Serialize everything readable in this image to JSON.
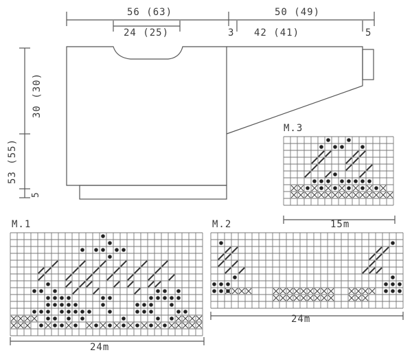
{
  "top_labels": {
    "sleeve_width": "56 (63)",
    "sleeve_length": "50 (49)",
    "neck": "24 (25)",
    "shoulder_gap": "3",
    "sleeve_body": "42 (41)",
    "cuff": "5"
  },
  "side_labels": {
    "total": "53 (55)",
    "upper": "30 (30)",
    "rib": "5"
  },
  "charts": [
    {
      "id": "m1",
      "title": "M.1",
      "width_label": "24m",
      "cols": 28,
      "rows": 15,
      "slashes": [
        [
          4,
          5
        ],
        [
          4,
          6
        ],
        [
          5,
          5
        ],
        [
          6,
          4
        ],
        [
          8,
          6
        ],
        [
          8,
          7
        ],
        [
          9,
          5
        ],
        [
          10,
          4
        ],
        [
          11,
          6
        ],
        [
          11,
          7
        ],
        [
          12,
          5
        ],
        [
          13,
          4
        ],
        [
          14,
          6
        ],
        [
          15,
          5
        ],
        [
          16,
          4
        ],
        [
          17,
          6
        ],
        [
          17,
          7
        ],
        [
          18,
          5
        ],
        [
          19,
          4
        ],
        [
          20,
          6
        ],
        [
          20,
          7
        ],
        [
          21,
          5
        ],
        [
          22,
          4
        ],
        [
          23,
          6
        ],
        [
          9,
          8
        ],
        [
          10,
          7
        ],
        [
          12,
          8
        ],
        [
          15,
          7
        ],
        [
          18,
          8
        ],
        [
          21,
          7
        ]
      ],
      "dots": [
        [
          12,
          2
        ],
        [
          13,
          2
        ],
        [
          14,
          1
        ],
        [
          13,
          0
        ],
        [
          14,
          3
        ],
        [
          15,
          2
        ],
        [
          16,
          2
        ],
        [
          10,
          2
        ],
        [
          3,
          8
        ],
        [
          4,
          8
        ],
        [
          5,
          7
        ],
        [
          5,
          9
        ],
        [
          6,
          8
        ],
        [
          6,
          9
        ],
        [
          6,
          10
        ],
        [
          7,
          9
        ],
        [
          7,
          10
        ],
        [
          7,
          11
        ],
        [
          8,
          9
        ],
        [
          8,
          10
        ],
        [
          8,
          11
        ],
        [
          9,
          10
        ],
        [
          9,
          11
        ],
        [
          10,
          11
        ],
        [
          11,
          11
        ],
        [
          5,
          10
        ],
        [
          5,
          11
        ],
        [
          4,
          11
        ],
        [
          3,
          11
        ],
        [
          6,
          12
        ],
        [
          8,
          12
        ],
        [
          10,
          12
        ],
        [
          4,
          13
        ],
        [
          6,
          13
        ],
        [
          7,
          13
        ],
        [
          9,
          13
        ],
        [
          5,
          12
        ],
        [
          13,
          9
        ],
        [
          14,
          9
        ],
        [
          13,
          10
        ],
        [
          14,
          11
        ],
        [
          16,
          12
        ],
        [
          18,
          10
        ],
        [
          18,
          11
        ],
        [
          19,
          10
        ],
        [
          19,
          11
        ],
        [
          20,
          9
        ],
        [
          20,
          10
        ],
        [
          20,
          11
        ],
        [
          21,
          8
        ],
        [
          21,
          9
        ],
        [
          22,
          8
        ],
        [
          22,
          9
        ],
        [
          23,
          9
        ],
        [
          23,
          10
        ],
        [
          24,
          8
        ],
        [
          24,
          9
        ],
        [
          21,
          12
        ],
        [
          23,
          12
        ],
        [
          20,
          13
        ],
        [
          22,
          13
        ],
        [
          24,
          11
        ],
        [
          25,
          11
        ],
        [
          12,
          13
        ],
        [
          14,
          13
        ],
        [
          16,
          13
        ],
        [
          18,
          13
        ]
      ],
      "crosses": [
        [
          0,
          12
        ],
        [
          1,
          12
        ],
        [
          2,
          12
        ],
        [
          3,
          12
        ],
        [
          0,
          13
        ],
        [
          1,
          13
        ],
        [
          2,
          13
        ],
        [
          5,
          13
        ],
        [
          8,
          13
        ],
        [
          11,
          13
        ],
        [
          13,
          13
        ],
        [
          15,
          13
        ],
        [
          17,
          13
        ],
        [
          19,
          13
        ],
        [
          21,
          13
        ],
        [
          23,
          13
        ],
        [
          24,
          12
        ],
        [
          25,
          12
        ],
        [
          26,
          12
        ],
        [
          27,
          12
        ],
        [
          24,
          13
        ],
        [
          25,
          13
        ],
        [
          26,
          13
        ],
        [
          27,
          13
        ]
      ]
    },
    {
      "id": "m2",
      "title": "M.2",
      "width_label": "24m",
      "cols": 28,
      "rows": 11,
      "slashes": [
        [
          1,
          3
        ],
        [
          2,
          2
        ],
        [
          1,
          4
        ],
        [
          2,
          3
        ],
        [
          3,
          2
        ],
        [
          2,
          5
        ],
        [
          3,
          4
        ],
        [
          4,
          5
        ],
        [
          23,
          3
        ],
        [
          24,
          2
        ],
        [
          23,
          4
        ],
        [
          24,
          3
        ],
        [
          25,
          2
        ],
        [
          23,
          5
        ],
        [
          24,
          5
        ],
        [
          22,
          5
        ]
      ],
      "dots": [
        [
          1,
          1
        ],
        [
          0,
          7
        ],
        [
          1,
          7
        ],
        [
          2,
          7
        ],
        [
          3,
          6
        ],
        [
          0,
          8
        ],
        [
          1,
          8
        ],
        [
          2,
          8
        ],
        [
          26,
          1
        ],
        [
          25,
          7
        ],
        [
          26,
          6
        ],
        [
          26,
          7
        ],
        [
          27,
          7
        ],
        [
          26,
          8
        ],
        [
          27,
          8
        ],
        [
          25,
          8
        ]
      ],
      "crosses": [
        [
          2,
          8
        ],
        [
          3,
          8
        ],
        [
          4,
          8
        ],
        [
          5,
          8
        ],
        [
          9,
          8
        ],
        [
          10,
          8
        ],
        [
          11,
          8
        ],
        [
          12,
          8
        ],
        [
          13,
          8
        ],
        [
          14,
          8
        ],
        [
          15,
          8
        ],
        [
          16,
          8
        ],
        [
          17,
          8
        ],
        [
          9,
          9
        ],
        [
          10,
          9
        ],
        [
          11,
          9
        ],
        [
          12,
          9
        ],
        [
          13,
          9
        ],
        [
          14,
          9
        ],
        [
          15,
          9
        ],
        [
          16,
          9
        ],
        [
          17,
          9
        ],
        [
          20,
          8
        ],
        [
          21,
          8
        ],
        [
          22,
          8
        ],
        [
          23,
          8
        ],
        [
          20,
          9
        ],
        [
          21,
          9
        ],
        [
          22,
          9
        ]
      ]
    },
    {
      "id": "m3",
      "title": "M.3",
      "width_label": "15m",
      "cols": 16,
      "rows": 10,
      "slashes": [
        [
          4,
          3
        ],
        [
          5,
          2
        ],
        [
          4,
          4
        ],
        [
          5,
          3
        ],
        [
          6,
          2
        ],
        [
          9,
          3
        ],
        [
          10,
          2
        ],
        [
          9,
          4
        ],
        [
          10,
          3
        ],
        [
          11,
          2
        ],
        [
          3,
          5
        ],
        [
          6,
          5
        ],
        [
          11,
          5
        ],
        [
          12,
          4
        ]
      ],
      "dots": [
        [
          6,
          0
        ],
        [
          7,
          1
        ],
        [
          8,
          1
        ],
        [
          9,
          0
        ],
        [
          5,
          1
        ],
        [
          11,
          1
        ],
        [
          4,
          6
        ],
        [
          5,
          6
        ],
        [
          6,
          6
        ],
        [
          7,
          5
        ],
        [
          8,
          6
        ],
        [
          9,
          6
        ],
        [
          10,
          6
        ],
        [
          11,
          6
        ],
        [
          12,
          6
        ],
        [
          3,
          7
        ],
        [
          5,
          7
        ],
        [
          7,
          7
        ],
        [
          9,
          7
        ],
        [
          11,
          7
        ],
        [
          13,
          7
        ]
      ],
      "crosses": [
        [
          1,
          7
        ],
        [
          2,
          7
        ],
        [
          4,
          7
        ],
        [
          6,
          7
        ],
        [
          8,
          7
        ],
        [
          10,
          7
        ],
        [
          12,
          7
        ],
        [
          14,
          7
        ],
        [
          1,
          8
        ],
        [
          2,
          8
        ],
        [
          3,
          8
        ],
        [
          4,
          8
        ],
        [
          5,
          8
        ],
        [
          6,
          8
        ],
        [
          7,
          8
        ],
        [
          8,
          8
        ],
        [
          9,
          8
        ],
        [
          10,
          8
        ],
        [
          11,
          8
        ],
        [
          12,
          8
        ],
        [
          13,
          8
        ],
        [
          14,
          8
        ],
        [
          15,
          8
        ]
      ]
    }
  ]
}
